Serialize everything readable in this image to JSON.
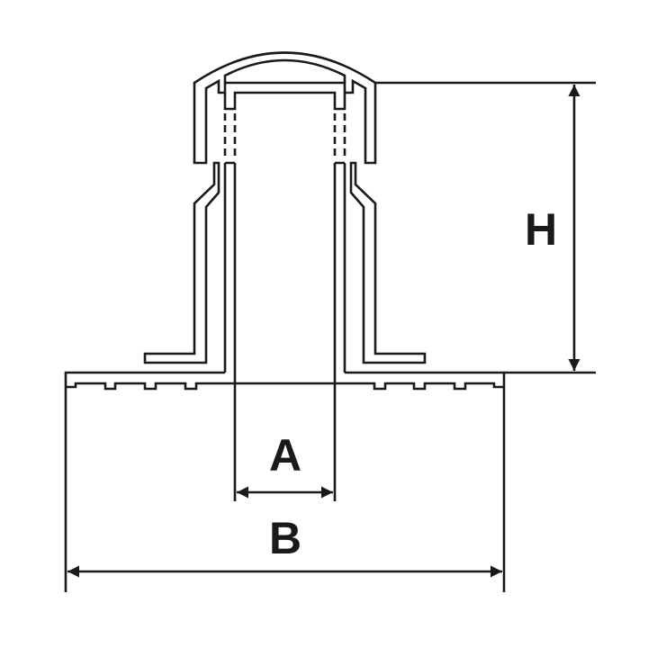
{
  "labels": {
    "height": "H",
    "inner_diameter": "A",
    "base_width": "B"
  },
  "colors": {
    "line": "#1a1a1a",
    "background": "#ffffff"
  }
}
